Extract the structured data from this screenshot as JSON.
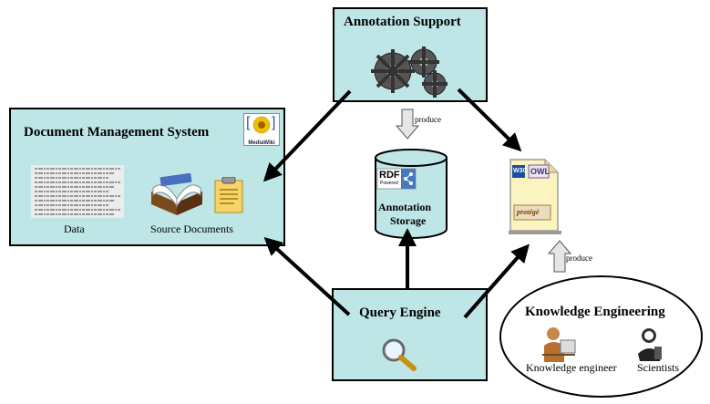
{
  "annotation_support": {
    "title": "Annotation Support"
  },
  "dms": {
    "title": "Document Management System",
    "data_label": "Data",
    "source_label": "Source Documents",
    "logo_text": "MediaWiki"
  },
  "storage": {
    "label_line1": "Annotation",
    "label_line2": "Storage",
    "rdf_text": "RDF",
    "rdf_sub": "Powered"
  },
  "query_engine": {
    "title": "Query Engine"
  },
  "knowledge_engineering": {
    "title": "Knowledge Engineering",
    "person1": "Knowledge engineer",
    "person2": "Scientists"
  },
  "ontology_doc": {
    "w3c_text": "W3C",
    "owl_text": "OWL",
    "protege_text": "protégé"
  },
  "produce_label_1": "produce",
  "produce_label_2": "produce",
  "colors": {
    "box_fill": "#bfe6e6",
    "arrow": "#000000"
  }
}
